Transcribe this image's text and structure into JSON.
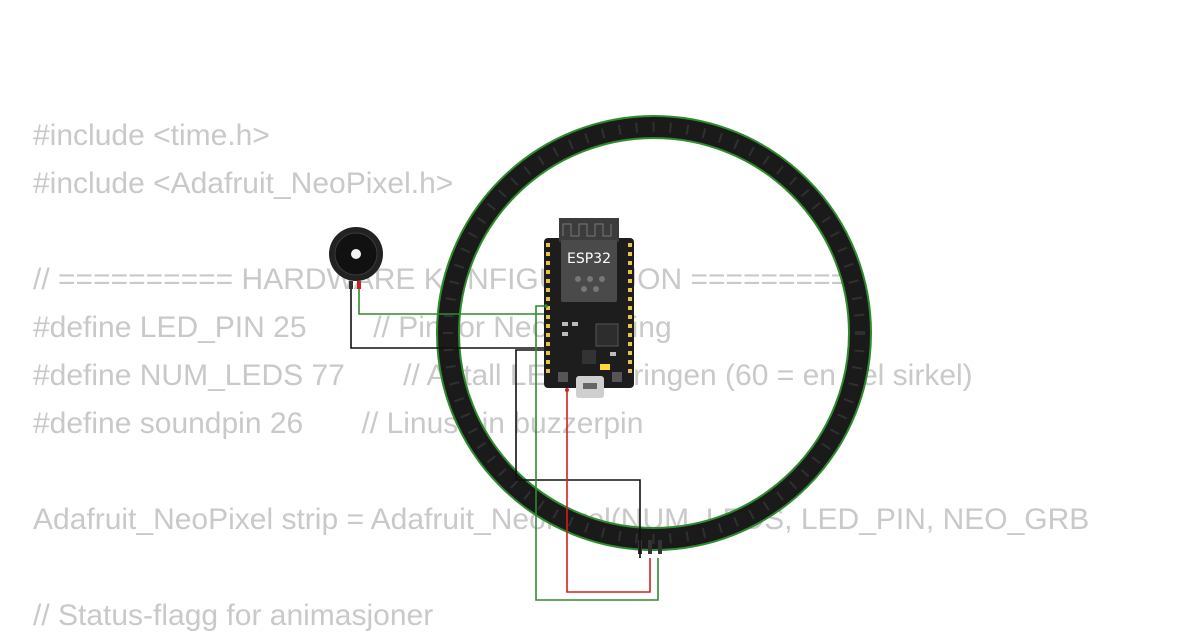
{
  "code_lines": [
    "#include <time.h>",
    "#include <Adafruit_NeoPixel.h>",
    "",
    "// ========== HARDWARE KONFIGURASJON ==========",
    "#define LED_PIN 25        // Pin for NeoPixel ring",
    "#define NUM_LEDS 77       // Antall LEDs på ringen (60 = en hel sirkel)",
    "#define soundpin 26       // Linus sin buzzerpin",
    "",
    "Adafruit_NeoPixel strip = Adafruit_NeoPixel(NUM_LEDS, LED_PIN, NEO_GRB",
    "",
    "// Status-flagg for animasjoner"
  ],
  "esp32_label": "ESP32",
  "parts": {
    "buzzer": "buzzer-icon",
    "ring": "neopixel-ring-icon",
    "board": "esp32-board-icon"
  },
  "wire_colors": {
    "signal": "#2e8b2e",
    "power": "#d42020",
    "ground": "#111111"
  }
}
